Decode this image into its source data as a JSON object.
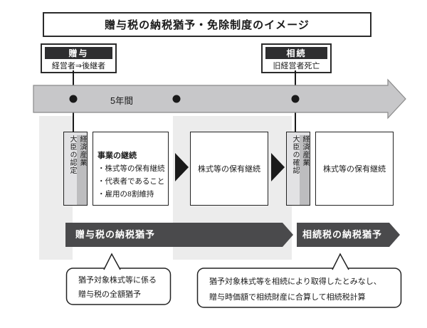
{
  "title": "贈与税の納税猶予・免除制度のイメージ",
  "gift_event": {
    "tag": "贈与",
    "sub": "経営者⇒後継者"
  },
  "inherit_event": {
    "tag": "相続",
    "sub": "旧経営者死亡"
  },
  "timeline": {
    "period_label": "5年間"
  },
  "certify_box": {
    "col1": "経済産業",
    "col2": "大臣の認定"
  },
  "business_box": {
    "title": "事業の継続",
    "items": [
      "・株式等の保有継続",
      "・代表者であること",
      "・雇用の8割維持"
    ]
  },
  "hold_box_1": {
    "label": "株式等の保有継続"
  },
  "confirm_box": {
    "col1": "経済産業",
    "col2": "大臣の確認"
  },
  "hold_box_2": {
    "label": "株式等の保有継続"
  },
  "gift_tax_arrow": {
    "label": "贈与税の納税猶予"
  },
  "inherit_tax_arrow": {
    "label": "相続税の納税猶予"
  },
  "callout_left": {
    "line1": "猶予対象株式等に係る",
    "line2": "贈与税の全額猶予"
  },
  "callout_right": {
    "line1": "猶予対象株式等を相続により取得したとみなし、",
    "line2": "贈与時価額で相続財産に合算して相続税計算"
  },
  "colors": {
    "timeline_fill": "#c7c7c9",
    "dark_arrow": "#4a4a4c",
    "tag_black": "#2e2e30",
    "band_gray": "#ececec"
  }
}
